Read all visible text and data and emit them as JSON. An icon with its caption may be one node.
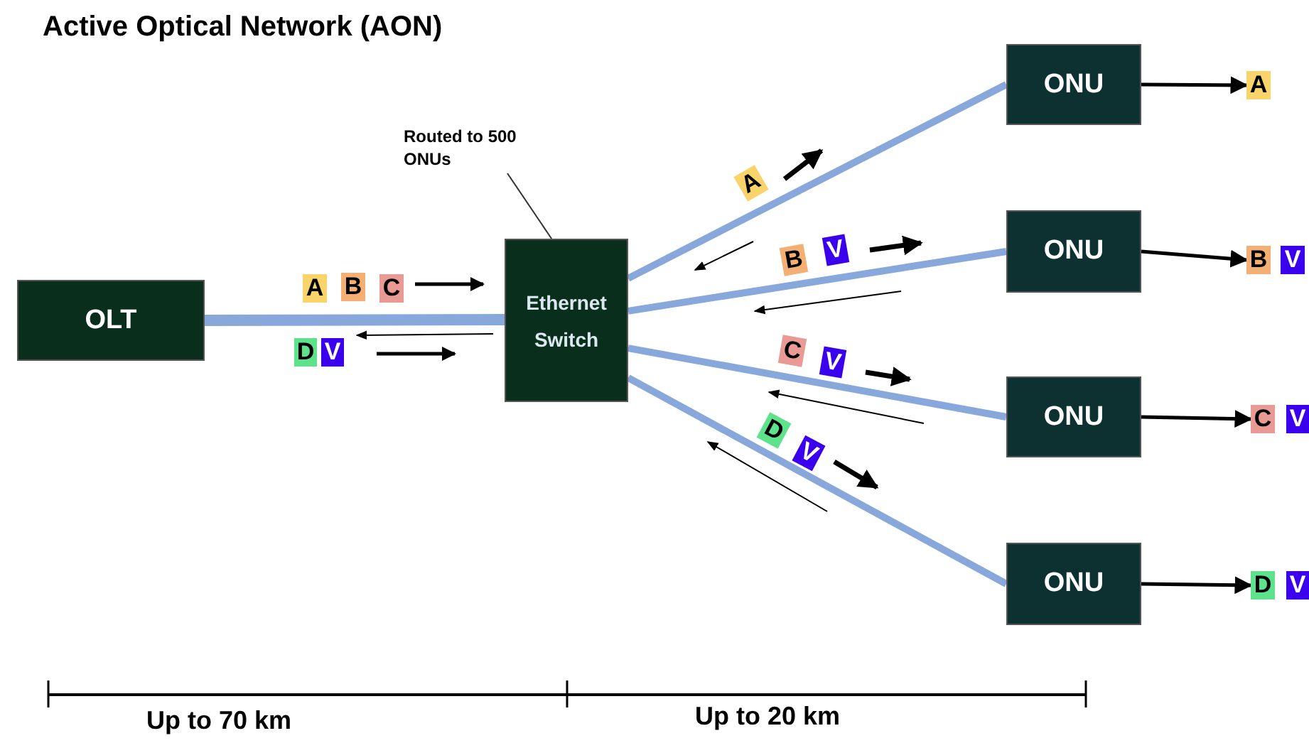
{
  "diagram": {
    "title": "Active Optical Network (AON)",
    "nodes": [
      {
        "text": [
          "Routed to 500 ONUs"
        ]
      },
      {
        "text": [
          "OLT"
        ]
      },
      {
        "text": [
          "Ethernet Switch"
        ]
      },
      {
        "text": [
          "ONU"
        ]
      },
      {
        "text": [
          "ONU"
        ]
      },
      {
        "text": [
          "ONU"
        ]
      },
      {
        "text": [
          "ONU"
        ]
      },
      {
        "text": [
          "A"
        ]
      },
      {
        "text": [
          "B"
        ]
      },
      {
        "text": [
          "C"
        ]
      },
      {
        "text": [
          "D"
        ]
      },
      {
        "text": [
          "V"
        ]
      },
      {
        "text": [
          "A"
        ]
      },
      {
        "text": [
          "B"
        ]
      },
      {
        "text": [
          "V"
        ]
      },
      {
        "text": [
          "C"
        ]
      },
      {
        "text": [
          "V"
        ]
      },
      {
        "text": [
          "D"
        ]
      },
      {
        "text": [
          "V"
        ]
      },
      {
        "text": [
          "A"
        ]
      },
      {
        "text": [
          "B"
        ]
      },
      {
        "text": [
          "V"
        ]
      },
      {
        "text": [
          "C"
        ]
      },
      {
        "text": [
          "V"
        ]
      },
      {
        "text": [
          "D"
        ]
      },
      {
        "text": [
          "V"
        ]
      }
    ],
    "edges": [
      {
        "from": 1,
        "to": 2,
        "arrow": "none",
        "style": "thick",
        "color": "#88a8dc"
      },
      {
        "from": 2,
        "to": 3,
        "arrow": "none",
        "style": "thick",
        "color": "#88a8dc"
      },
      {
        "from": 2,
        "to": 4,
        "arrow": "none",
        "style": "thick",
        "color": "#88a8dc"
      },
      {
        "from": 2,
        "to": 5,
        "arrow": "none",
        "style": "thick",
        "color": "#88a8dc"
      },
      {
        "from": 2,
        "to": 6,
        "arrow": "none",
        "style": "thick",
        "color": "#88a8dc"
      },
      {
        "from": 0,
        "to": 2,
        "arrow": "none",
        "color": "#333333"
      },
      {
        "from": 3,
        "to": 19,
        "arrow": "to",
        "color": "#000000"
      },
      {
        "from": 4,
        "to": 20,
        "arrow": "to",
        "color": "#000000"
      },
      {
        "from": 5,
        "to": 22,
        "arrow": "to",
        "color": "#000000"
      },
      {
        "from": 6,
        "to": 24,
        "arrow": "to",
        "color": "#000000"
      }
    ],
    "labels": [
      "Up to 70 km",
      "Up to 20 km"
    ]
  }
}
